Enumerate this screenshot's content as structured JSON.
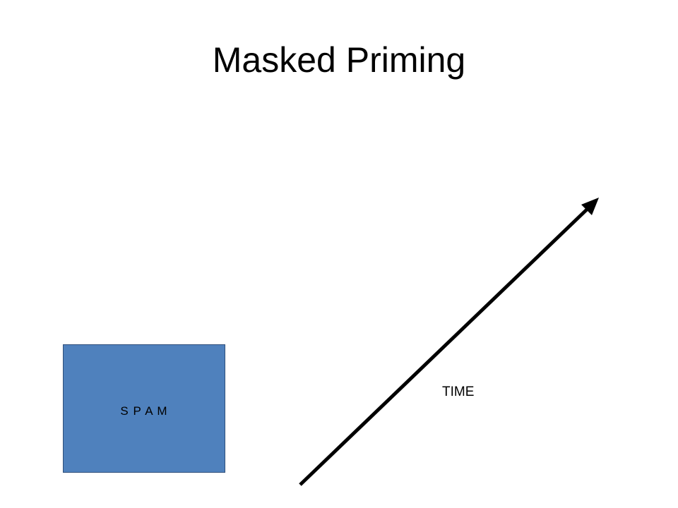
{
  "slide": {
    "title": "Masked Priming"
  },
  "stimulus": {
    "text": "S P A M",
    "fill_color": "#4f81bd",
    "border_color": "#2f4f7a"
  },
  "timeline": {
    "label": "TIME",
    "arrow_color": "#000000"
  }
}
